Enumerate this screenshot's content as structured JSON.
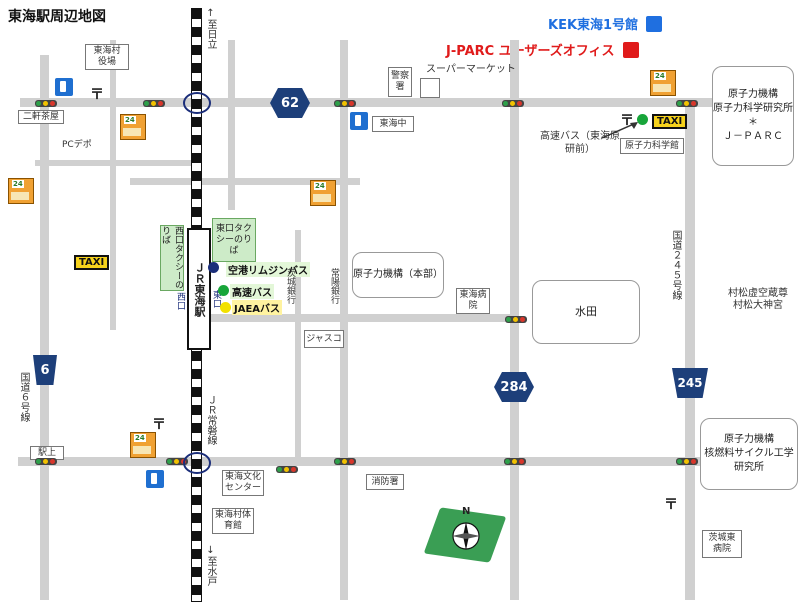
{
  "title": "東海駅周辺地図",
  "legend": {
    "kek": {
      "label": "KEK東海1号館",
      "color": "#1f6fe0"
    },
    "jparc": {
      "label": "J-PARC ユーザーズオフィス",
      "color": "#e01b1b"
    }
  },
  "directions": {
    "north_top": "↑至日立",
    "south_bottom": "↓至水戸"
  },
  "route_signs": {
    "r62": "62",
    "r6": "6",
    "r284": "284",
    "r245": "245"
  },
  "roads": {
    "kokudo6": "国道６号線",
    "kokudo245": "国道２４５号線",
    "jr_tokai": "ＪＲ東海駅",
    "jr_joban": "ＪＲ常磐線"
  },
  "places": {
    "tokai_yakuba": "東海村役場",
    "keisatsu": "警察署",
    "supermarket": "スーパーマーケット",
    "nikencyaya": "二軒茶屋",
    "pc_depot": "PCデポ",
    "tokai_chu": "東海中",
    "genshiryoku_kagakukan": "原子力科学館",
    "kosoku_bus_stop": "高速バス（東海原研前）",
    "jaea_1": "原子力機構\n原子力科学研究所\n＊\nＪ－ＰＡＲＣ",
    "nishiguchi_taxi": "西口タクシーのりば",
    "higashiguchi_taxi": "東口タクシーのりば",
    "airport_limo": "空港リムジンバス",
    "highway_bus": "高速バス",
    "jaea_bus": "JAEAバス",
    "nishiguchi": "西口",
    "higashiguchi": "東口",
    "ibaraki_bank": "茨城銀行",
    "joyo_bank": "常陽銀行",
    "jaea_honbu": "原子力機構（本部）",
    "tokai_hospital": "東海病院",
    "jasco": "ジャスコ",
    "suiden": "水田",
    "muramatsu": "村松虚空蔵尊\n村松大神宮",
    "ekiue": "駅上",
    "bunka_center": "東海文化センター",
    "shoboshou": "消防署",
    "taiikukan": "東海村体育館",
    "jaea_2": "原子力機構\n核燃料サイクル工学\n研究所",
    "ibaraki_higashi": "茨城東病院"
  },
  "taxi": "TAXI",
  "compass": "N"
}
